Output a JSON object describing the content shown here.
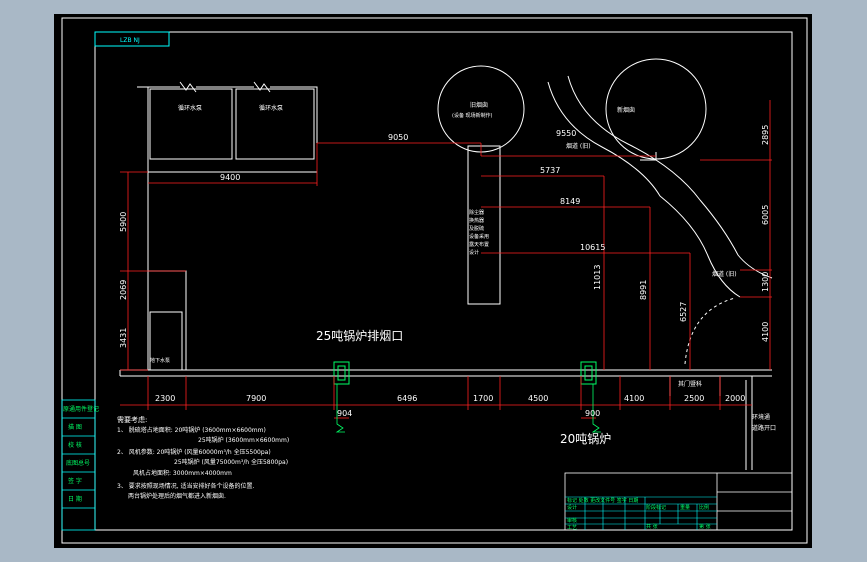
{
  "title_box": "LZB NJ",
  "rooms": {
    "pump_room_1": "循环水泵",
    "pump_room_2": "循环水泵",
    "underground_pump": "地下水泵"
  },
  "chimneys": {
    "old": {
      "line1": "旧烟囱",
      "line2": "(设备 现场新制作)"
    },
    "new": "新烟囱"
  },
  "labels": {
    "smoke_duct_top": "烟道 (旧)",
    "smoke_duct_right": "烟道 (旧)",
    "main_duct": [
      "除尘器",
      "换热器",
      "及脱硫",
      "设备采用",
      "露天布置",
      "设计"
    ],
    "boiler_25_exhaust": "25吨锅炉排烟口",
    "boiler_20": "20吨锅炉",
    "right_note_1": "环境通",
    "right_note_2": "道路开口",
    "bottom_mid": "其门暨科"
  },
  "dimensions": {
    "d9050": "9050",
    "d9550": "9550",
    "d9400": "9400",
    "d5737": "5737",
    "d8149": "8149",
    "d10615": "10615",
    "d11013": "11013",
    "d8991": "8991",
    "d6527": "6527",
    "d5900": "5900",
    "d2069": "2069",
    "d3431": "3431",
    "d2895": "2895",
    "d6005": "6005",
    "d1300": "1300",
    "d4100v": "4100",
    "d2300": "2300",
    "d7900": "7900",
    "d6496": "6496",
    "d1700": "1700",
    "d4500": "4500",
    "d4100h": "4100",
    "d2500": "2500",
    "d2000": "2000",
    "d904": "904",
    "d900": "900"
  },
  "notes": {
    "heading": "需要考虑:",
    "line1": "1、 脱硫塔占地面积: 20吨锅炉 (3600mm×6600mm)",
    "line1b": "25吨锅炉 (3600mm×6600mm)",
    "line2": "2、 风机参数: 20吨锅炉 (风量60000m³/h   全压5500pa)",
    "line2b": "25吨锅炉 (风量75000m³/h   全压5800pa)",
    "line2c": "风机占地面积: 3000mm×4000mm",
    "line3": "3、 要求按照现场情况, 适当安排好各个设备的位置.",
    "line3b": "两台锅炉处理后的烟气都进入新烟囱."
  },
  "left_strip": [
    "原通用件登记",
    "描 图",
    "校 核",
    "底图总号",
    "签 字",
    "日 期"
  ],
  "title_block": {
    "r1": "标记 处数 更改文件号 签字 日期",
    "r2": "设计",
    "r3": "审核",
    "r4": "工艺",
    "c1": "阶段标记",
    "c2": "重量",
    "c3": "比例",
    "c4": "共 张",
    "c5": "第 张"
  },
  "colors": {
    "background": "#000000",
    "frame": "#ffffff",
    "dimension": "#ff2020",
    "border_outer": "#a9b8c6"
  }
}
